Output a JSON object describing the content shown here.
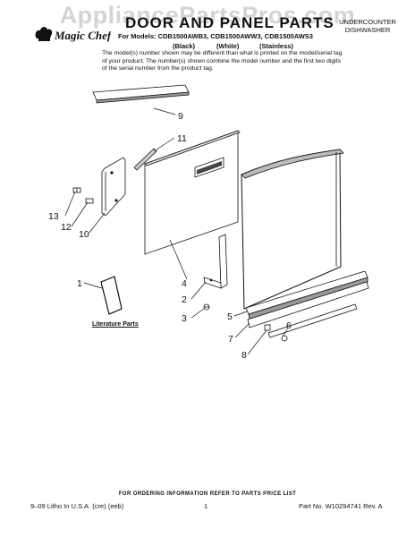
{
  "watermark": "AppliancePartsPros.com",
  "brand": {
    "name": "Magic Chef"
  },
  "header": {
    "title": "DOOR AND PANEL PARTS",
    "category_line1": "UNDERCOUNTER",
    "category_line2": "DISHWASHER",
    "models_line": "For Models: CDB1500AWB3, CDB1500AWW3, CDB1500AWS3",
    "variants": [
      "(Black)",
      "(White)",
      "(Stainless)"
    ]
  },
  "note": "The model(s) number shown may be different than what is printed on the model/serial tag of your product. The number(s) shown combine the model number and the first two digits of the serial number from the product tag.",
  "diagram": {
    "callouts": [
      "9",
      "11",
      "13",
      "12",
      "10",
      "1",
      "4",
      "2",
      "3",
      "5",
      "7",
      "6",
      "8"
    ],
    "literature_label": "Literature Parts"
  },
  "footer": {
    "ordering_note": "FOR ORDERING INFORMATION REFER TO PARTS PRICE LIST",
    "print_info": "9–09 Litho In U.S.A. (cre) (eeb)",
    "page": "1",
    "part_no": "Part No. W10294741 Rev. A"
  }
}
